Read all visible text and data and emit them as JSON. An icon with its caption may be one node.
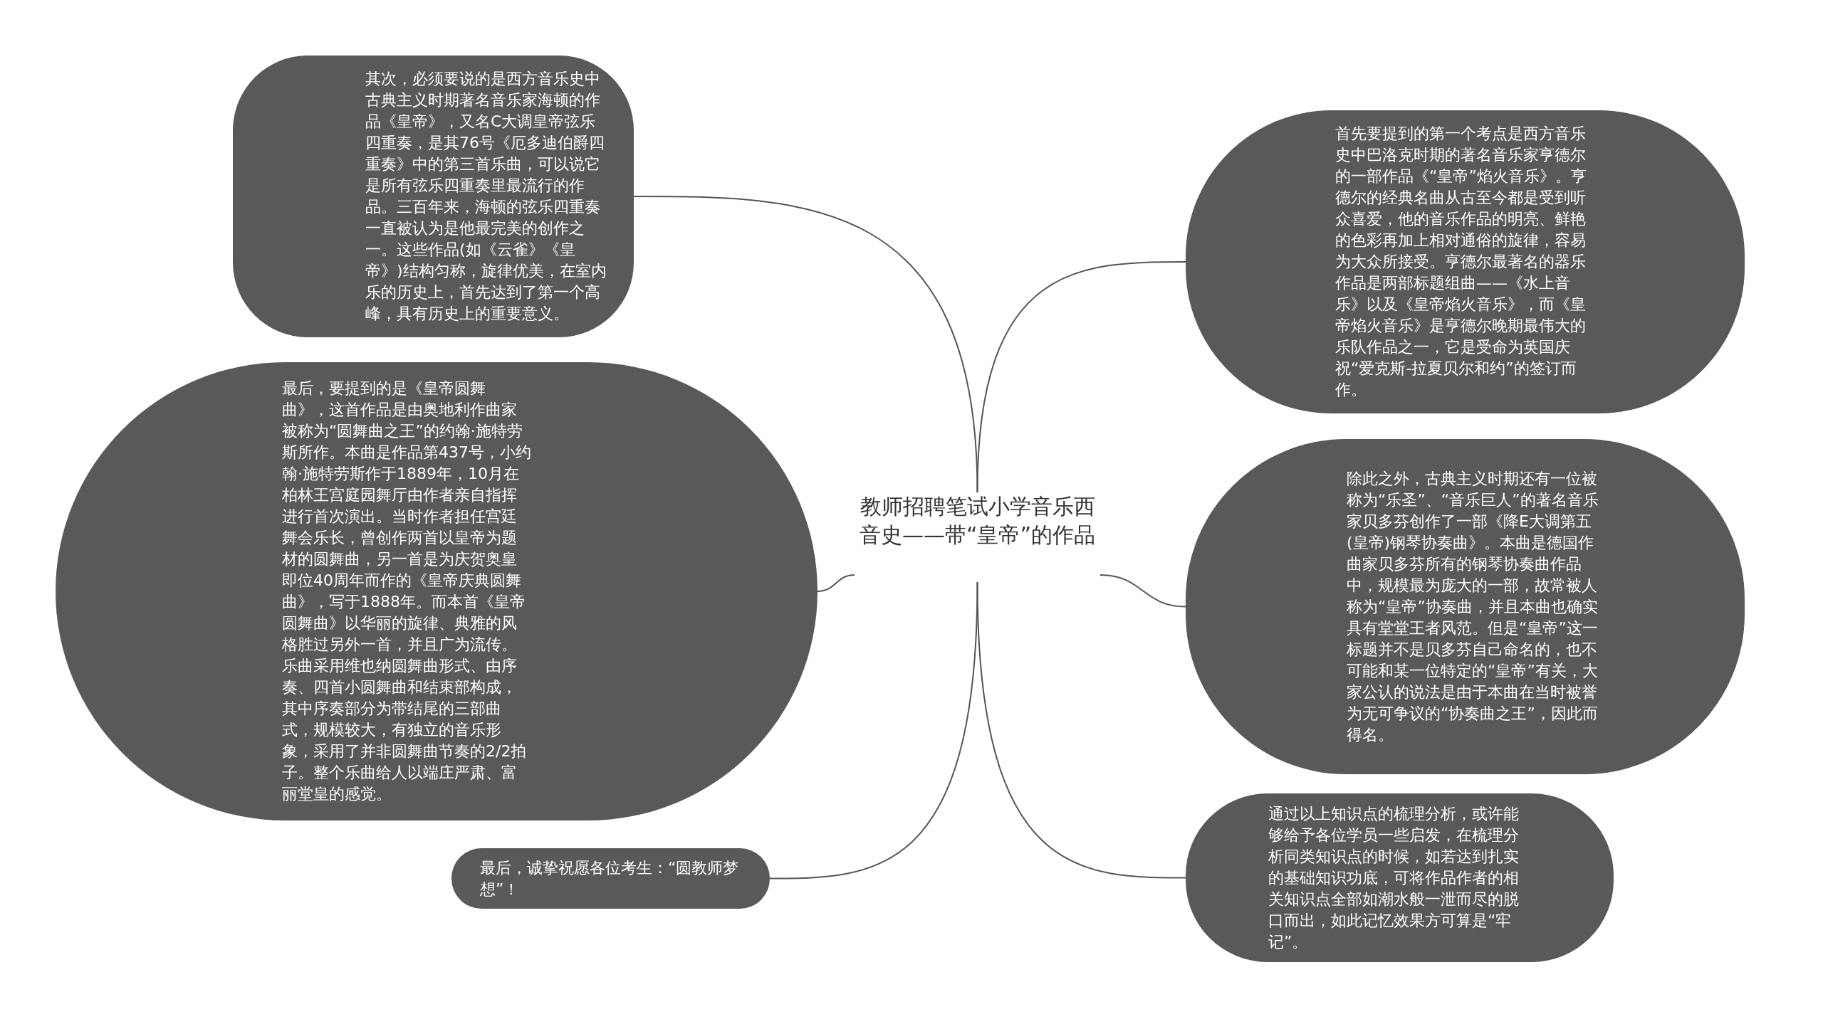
{
  "diagram": {
    "nodes": [
      {
        "text": [
          "教师招聘笔试小学音乐西音史——带“皇帝”的作品"
        ]
      },
      {
        "text": [
          "其次，必须要说的是西方音乐史中古典主义时期著名音乐家海顿的作品《皇帝》，又名C大调皇帝弦乐四重奏，是其76号《厄多迪伯爵四重奏》中的第三首乐曲，可以说它是所有弦乐四重奏里最流行的作品。三百年来，海顿的弦乐四重奏一直被认为是他最完美的创作之一。这些作品(如《云雀》《皇帝》)结构匀称，旋律优美，在室内乐的历史上，首先达到了第一个高峰，具有历史上的重要意义。"
        ]
      },
      {
        "text": [
          "最后，要提到的是《皇帝圆舞曲》，这首作品是由奥地利作曲家被称为“圆舞曲之王”的约翰·施特劳斯所作。本曲是作品第437号，小约翰·施特劳斯作于1889年，10月在柏林王宫庭园舞厅由作者亲自指挥进行首次演出。当时作者担任宫廷舞会乐长，曾创作两首以皇帝为题材的圆舞曲，另一首是为庆贺奥皇即位40周年而作的《皇帝庆典圆舞曲》，写于1888年。而本首《皇帝圆舞曲》以华丽的旋律、典雅的风格胜过另外一首，并且广为流传。乐曲采用维也纳圆舞曲形式、由序奏、四首小圆舞曲和结束部构成，其中序奏部分为带结尾的三部曲式，规模较大，有独立的音乐形象，采用了并非圆舞曲节奏的2/2拍子。整个乐曲给人以端庄严肃、富丽堂皇的感觉。"
        ]
      },
      {
        "text": [
          "最后，诚挚祝愿各位考生：“圆教师梦想”！"
        ]
      },
      {
        "text": [
          "首先要提到的第一个考点是西方音乐史中巴洛克时期的著名音乐家亨德尔的一部作品《“皇帝”焰火音乐》。亨德尔的经典名曲从古至今都是受到听众喜爱，他的音乐作品的明亮、鲜艳的色彩再加上相对通俗的旋律，容易为大众所接受。亨德尔最著名的器乐作品是两部标题组曲——《水上音乐》以及《皇帝焰火音乐》，而《皇帝焰火音乐》是亨德尔晚期最伟大的乐队作品之一，它是受命为英国庆祝“爱克斯-拉夏贝尔和约”的签订而作。"
        ]
      },
      {
        "text": [
          "除此之外，古典主义时期还有一位被称为“乐圣”、“音乐巨人”的著名音乐家贝多芬创作了一部《降E大调第五(皇帝)钢琴协奏曲》。本曲是德国作曲家贝多芬所有的钢琴协奏曲作品中，规模最为庞大的一部，故常被人称为“皇帝”协奏曲，并且本曲也确实具有堂堂王者风范。但是“皇帝”这一标题并不是贝多芬自己命名的，也不可能和某一位特定的“皇帝”有关，大家公认的说法是由于本曲在当时被誉为无可争议的“协奏曲之王”，因此而得名。"
        ]
      },
      {
        "text": [
          "通过以上知识点的梳理分析，或许能够给予各位学员一些启发，在梳理分析同类知识点的时候，如若达到扎实的基础知识功底，可将作品作者的相关知识点全部如潮水般一泄而尽的脱口而出，如此记忆效果方可算是“牢记”。"
        ]
      }
    ],
    "edges": [
      {
        "from": 0,
        "to": 1,
        "arrow": "none"
      },
      {
        "from": 0,
        "to": 2,
        "arrow": "none"
      },
      {
        "from": 0,
        "to": 3,
        "arrow": "none"
      },
      {
        "from": 0,
        "to": 4,
        "arrow": "none"
      },
      {
        "from": 0,
        "to": 5,
        "arrow": "none"
      },
      {
        "from": 0,
        "to": 6,
        "arrow": "none"
      }
    ]
  }
}
